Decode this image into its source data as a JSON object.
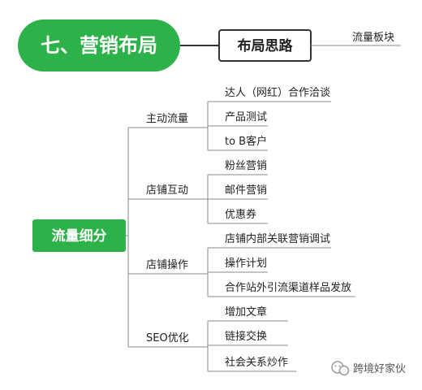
{
  "header": {
    "section_title": "七、营销布局",
    "approach_box": "布局思路",
    "board_label": "流量板块"
  },
  "root": {
    "label": "流量细分"
  },
  "branches": [
    {
      "label": "主动流量",
      "leaves": [
        "达人（网红）合作洽谈",
        "产品测试",
        "to B客户"
      ]
    },
    {
      "label": "店铺互动",
      "leaves": [
        "粉丝营销",
        "邮件营销",
        "优惠券"
      ]
    },
    {
      "label": "店铺操作",
      "leaves": [
        "店铺内部关联营销调试",
        "操作计划",
        "合作站外引流渠道样品发放"
      ]
    },
    {
      "label": "SEO优化",
      "leaves": [
        "增加文章",
        "链接交换",
        "社会关系炒作"
      ]
    }
  ],
  "watermark": {
    "text": "跨境好家伙"
  },
  "colors": {
    "green": "#2db24a",
    "line": "#8a8a8a",
    "text": "#222222",
    "box_border": "#333333"
  }
}
